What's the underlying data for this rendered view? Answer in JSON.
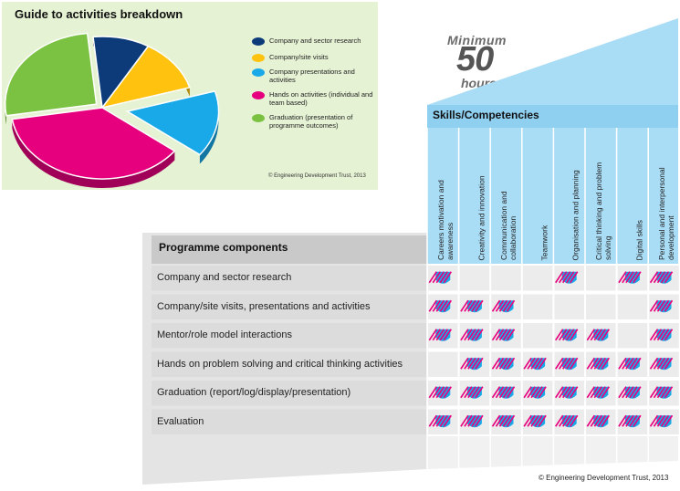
{
  "pie": {
    "title": "Guide to activities breakdown",
    "copyright": "© Engineering Development Trust, 2013",
    "colors": {
      "panel": "#e6f2d4"
    }
  },
  "chart_data": {
    "type": "pie",
    "title": "Guide to activities breakdown",
    "slices": [
      {
        "label": "Company and sector research",
        "value": 10,
        "color": "#0d3b7a"
      },
      {
        "label": "Company/site visits",
        "value": 12,
        "color": "#ffc20e"
      },
      {
        "label": "Company presentations and activities",
        "value": 15,
        "color": "#1aa9e8"
      },
      {
        "label": "Hands on activities (individual and team based)",
        "value": 37,
        "color": "#e6007e"
      },
      {
        "label": "Graduation (presentation of programme outcomes)",
        "value": 26,
        "color": "#7cc242"
      }
    ],
    "legend_position": "right"
  },
  "badge": {
    "top": "Minimum",
    "number": "50",
    "bottom": "hours"
  },
  "table": {
    "skills_title": "Skills/Competencies",
    "programme_title": "Programme components",
    "copyright": "© Engineering Development Trust, 2013",
    "columns": [
      "Careers motivation and awareness",
      "Creativity and innovation",
      "Communication and collaboration",
      "Teamwork",
      "Organisation and planning",
      "Critical thinking and problem solving",
      "Digital skills",
      "Personal and interpersonal development"
    ],
    "rows": [
      {
        "label": "Company and sector research",
        "marks": [
          1,
          0,
          0,
          0,
          1,
          0,
          1,
          1
        ]
      },
      {
        "label": "Company/site visits, presentations and activities",
        "marks": [
          1,
          1,
          1,
          0,
          0,
          0,
          0,
          1
        ]
      },
      {
        "label": "Mentor/role model interactions",
        "marks": [
          1,
          1,
          1,
          0,
          1,
          1,
          0,
          1
        ]
      },
      {
        "label": "Hands on problem solving and critical thinking activities",
        "marks": [
          0,
          1,
          1,
          1,
          1,
          1,
          1,
          1
        ]
      },
      {
        "label": "Graduation (report/log/display/presentation)",
        "marks": [
          1,
          1,
          1,
          1,
          1,
          1,
          1,
          1
        ]
      },
      {
        "label": "Evaluation",
        "marks": [
          1,
          1,
          1,
          1,
          1,
          1,
          1,
          1
        ]
      }
    ],
    "colors": {
      "header_blue": "#a9dcf5",
      "row_grey": "#dcdcdc",
      "badge_blue": "#1aa9e8",
      "badge_pink": "#e6007e"
    }
  }
}
